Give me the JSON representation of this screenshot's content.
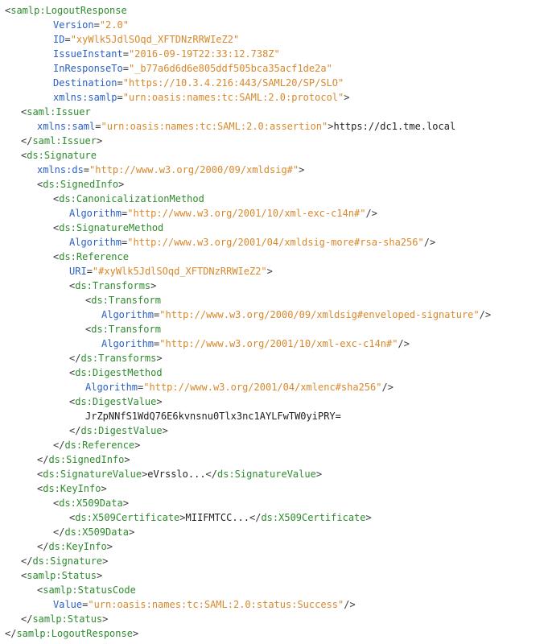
{
  "colors": {
    "background": "#ffffff",
    "punct": "#3b3b3b",
    "tag": "#2e8b2e",
    "attr": "#2a5fc4",
    "str": "#d8882b",
    "text": "#1f1f1f"
  },
  "code": {
    "lines": [
      {
        "indent": 0,
        "tokens": [
          {
            "t": "punct",
            "v": "<"
          },
          {
            "t": "tag",
            "v": "samlp:LogoutResponse"
          }
        ]
      },
      {
        "indent": 3,
        "tokens": [
          {
            "t": "attr",
            "v": "Version"
          },
          {
            "t": "punct",
            "v": "="
          },
          {
            "t": "str",
            "v": "\"2.0\""
          }
        ]
      },
      {
        "indent": 3,
        "tokens": [
          {
            "t": "attr",
            "v": "ID"
          },
          {
            "t": "punct",
            "v": "="
          },
          {
            "t": "str",
            "v": "\"xyWlk5JdlSOqd_XFTDNzRRWIeZ2\""
          }
        ]
      },
      {
        "indent": 3,
        "tokens": [
          {
            "t": "attr",
            "v": "IssueInstant"
          },
          {
            "t": "punct",
            "v": "="
          },
          {
            "t": "str",
            "v": "\"2016-09-19T22:33:12.738Z\""
          }
        ]
      },
      {
        "indent": 3,
        "tokens": [
          {
            "t": "attr",
            "v": "InResponseTo"
          },
          {
            "t": "punct",
            "v": "="
          },
          {
            "t": "str",
            "v": "\"_b77a6d6d6e805ddf505bca35acf1de2a\""
          }
        ]
      },
      {
        "indent": 3,
        "tokens": [
          {
            "t": "attr",
            "v": "Destination"
          },
          {
            "t": "punct",
            "v": "="
          },
          {
            "t": "str",
            "v": "\"https://10.3.4.216:443/SAML20/SP/SLO\""
          }
        ]
      },
      {
        "indent": 3,
        "tokens": [
          {
            "t": "attr",
            "v": "xmlns:samlp"
          },
          {
            "t": "punct",
            "v": "="
          },
          {
            "t": "str",
            "v": "\"urn:oasis:names:tc:SAML:2.0:protocol\""
          },
          {
            "t": "punct",
            "v": ">"
          }
        ]
      },
      {
        "indent": 1,
        "tokens": [
          {
            "t": "punct",
            "v": "<"
          },
          {
            "t": "tag",
            "v": "saml:Issuer"
          }
        ]
      },
      {
        "indent": 2,
        "tokens": [
          {
            "t": "attr",
            "v": "xmlns:saml"
          },
          {
            "t": "punct",
            "v": "="
          },
          {
            "t": "str",
            "v": "\"urn:oasis:names:tc:SAML:2.0:assertion\""
          },
          {
            "t": "punct",
            "v": ">"
          },
          {
            "t": "text",
            "v": "https://dc1.tme.local"
          }
        ]
      },
      {
        "indent": 1,
        "tokens": [
          {
            "t": "punct",
            "v": "</"
          },
          {
            "t": "tag",
            "v": "saml:Issuer"
          },
          {
            "t": "punct",
            "v": ">"
          }
        ]
      },
      {
        "indent": 1,
        "tokens": [
          {
            "t": "punct",
            "v": "<"
          },
          {
            "t": "tag",
            "v": "ds:Signature"
          }
        ]
      },
      {
        "indent": 2,
        "tokens": [
          {
            "t": "attr",
            "v": "xmlns:ds"
          },
          {
            "t": "punct",
            "v": "="
          },
          {
            "t": "str",
            "v": "\"http://www.w3.org/2000/09/xmldsig#\""
          },
          {
            "t": "punct",
            "v": ">"
          }
        ]
      },
      {
        "indent": 2,
        "tokens": [
          {
            "t": "punct",
            "v": "<"
          },
          {
            "t": "tag",
            "v": "ds:SignedInfo"
          },
          {
            "t": "punct",
            "v": ">"
          }
        ]
      },
      {
        "indent": 3,
        "tokens": [
          {
            "t": "punct",
            "v": "<"
          },
          {
            "t": "tag",
            "v": "ds:CanonicalizationMethod"
          }
        ]
      },
      {
        "indent": 4,
        "tokens": [
          {
            "t": "attr",
            "v": "Algorithm"
          },
          {
            "t": "punct",
            "v": "="
          },
          {
            "t": "str",
            "v": "\"http://www.w3.org/2001/10/xml-exc-c14n#\""
          },
          {
            "t": "punct",
            "v": "/>"
          }
        ]
      },
      {
        "indent": 3,
        "tokens": [
          {
            "t": "punct",
            "v": "<"
          },
          {
            "t": "tag",
            "v": "ds:SignatureMethod"
          }
        ]
      },
      {
        "indent": 4,
        "tokens": [
          {
            "t": "attr",
            "v": "Algorithm"
          },
          {
            "t": "punct",
            "v": "="
          },
          {
            "t": "str",
            "v": "\"http://www.w3.org/2001/04/xmldsig-more#rsa-sha256\""
          },
          {
            "t": "punct",
            "v": "/>"
          }
        ]
      },
      {
        "indent": 3,
        "tokens": [
          {
            "t": "punct",
            "v": "<"
          },
          {
            "t": "tag",
            "v": "ds:Reference"
          }
        ]
      },
      {
        "indent": 4,
        "tokens": [
          {
            "t": "attr",
            "v": "URI"
          },
          {
            "t": "punct",
            "v": "="
          },
          {
            "t": "str",
            "v": "\"#xyWlk5JdlSOqd_XFTDNzRRWIeZ2\""
          },
          {
            "t": "punct",
            "v": ">"
          }
        ]
      },
      {
        "indent": 4,
        "tokens": [
          {
            "t": "punct",
            "v": "<"
          },
          {
            "t": "tag",
            "v": "ds:Transforms"
          },
          {
            "t": "punct",
            "v": ">"
          }
        ]
      },
      {
        "indent": 5,
        "tokens": [
          {
            "t": "punct",
            "v": "<"
          },
          {
            "t": "tag",
            "v": "ds:Transform"
          }
        ]
      },
      {
        "indent": 6,
        "tokens": [
          {
            "t": "attr",
            "v": "Algorithm"
          },
          {
            "t": "punct",
            "v": "="
          },
          {
            "t": "str",
            "v": "\"http://www.w3.org/2000/09/xmldsig#enveloped-signature\""
          },
          {
            "t": "punct",
            "v": "/>"
          }
        ]
      },
      {
        "indent": 5,
        "tokens": [
          {
            "t": "punct",
            "v": "<"
          },
          {
            "t": "tag",
            "v": "ds:Transform"
          }
        ]
      },
      {
        "indent": 6,
        "tokens": [
          {
            "t": "attr",
            "v": "Algorithm"
          },
          {
            "t": "punct",
            "v": "="
          },
          {
            "t": "str",
            "v": "\"http://www.w3.org/2001/10/xml-exc-c14n#\""
          },
          {
            "t": "punct",
            "v": "/>"
          }
        ]
      },
      {
        "indent": 4,
        "tokens": [
          {
            "t": "punct",
            "v": "</"
          },
          {
            "t": "tag",
            "v": "ds:Transforms"
          },
          {
            "t": "punct",
            "v": ">"
          }
        ]
      },
      {
        "indent": 4,
        "tokens": [
          {
            "t": "punct",
            "v": "<"
          },
          {
            "t": "tag",
            "v": "ds:DigestMethod"
          }
        ]
      },
      {
        "indent": 5,
        "tokens": [
          {
            "t": "attr",
            "v": "Algorithm"
          },
          {
            "t": "punct",
            "v": "="
          },
          {
            "t": "str",
            "v": "\"http://www.w3.org/2001/04/xmlenc#sha256\""
          },
          {
            "t": "punct",
            "v": "/>"
          }
        ]
      },
      {
        "indent": 4,
        "tokens": [
          {
            "t": "punct",
            "v": "<"
          },
          {
            "t": "tag",
            "v": "ds:DigestValue"
          },
          {
            "t": "punct",
            "v": ">"
          }
        ]
      },
      {
        "indent": 5,
        "tokens": [
          {
            "t": "text",
            "v": "JrZpNNfS1WdQ76E6kvnsnu0Tlx3nc1AYLFwTW0yiPRY="
          }
        ]
      },
      {
        "indent": 4,
        "tokens": [
          {
            "t": "punct",
            "v": "</"
          },
          {
            "t": "tag",
            "v": "ds:DigestValue"
          },
          {
            "t": "punct",
            "v": ">"
          }
        ]
      },
      {
        "indent": 3,
        "tokens": [
          {
            "t": "punct",
            "v": "</"
          },
          {
            "t": "tag",
            "v": "ds:Reference"
          },
          {
            "t": "punct",
            "v": ">"
          }
        ]
      },
      {
        "indent": 2,
        "tokens": [
          {
            "t": "punct",
            "v": "</"
          },
          {
            "t": "tag",
            "v": "ds:SignedInfo"
          },
          {
            "t": "punct",
            "v": ">"
          }
        ]
      },
      {
        "indent": 2,
        "tokens": [
          {
            "t": "punct",
            "v": "<"
          },
          {
            "t": "tag",
            "v": "ds:SignatureValue"
          },
          {
            "t": "punct",
            "v": ">"
          },
          {
            "t": "text",
            "v": "eVrsslo..."
          },
          {
            "t": "punct",
            "v": "</"
          },
          {
            "t": "tag",
            "v": "ds:SignatureValue"
          },
          {
            "t": "punct",
            "v": ">"
          }
        ]
      },
      {
        "indent": 2,
        "tokens": [
          {
            "t": "punct",
            "v": "<"
          },
          {
            "t": "tag",
            "v": "ds:KeyInfo"
          },
          {
            "t": "punct",
            "v": ">"
          }
        ]
      },
      {
        "indent": 3,
        "tokens": [
          {
            "t": "punct",
            "v": "<"
          },
          {
            "t": "tag",
            "v": "ds:X509Data"
          },
          {
            "t": "punct",
            "v": ">"
          }
        ]
      },
      {
        "indent": 4,
        "tokens": [
          {
            "t": "punct",
            "v": "<"
          },
          {
            "t": "tag",
            "v": "ds:X509Certificate"
          },
          {
            "t": "punct",
            "v": ">"
          },
          {
            "t": "text",
            "v": "MIIFMTCC..."
          },
          {
            "t": "punct",
            "v": "</"
          },
          {
            "t": "tag",
            "v": "ds:X509Certificate"
          },
          {
            "t": "punct",
            "v": ">"
          }
        ]
      },
      {
        "indent": 3,
        "tokens": [
          {
            "t": "punct",
            "v": "</"
          },
          {
            "t": "tag",
            "v": "ds:X509Data"
          },
          {
            "t": "punct",
            "v": ">"
          }
        ]
      },
      {
        "indent": 2,
        "tokens": [
          {
            "t": "punct",
            "v": "</"
          },
          {
            "t": "tag",
            "v": "ds:KeyInfo"
          },
          {
            "t": "punct",
            "v": ">"
          }
        ]
      },
      {
        "indent": 1,
        "tokens": [
          {
            "t": "punct",
            "v": "</"
          },
          {
            "t": "tag",
            "v": "ds:Signature"
          },
          {
            "t": "punct",
            "v": ">"
          }
        ]
      },
      {
        "indent": 1,
        "tokens": [
          {
            "t": "punct",
            "v": "<"
          },
          {
            "t": "tag",
            "v": "samlp:Status"
          },
          {
            "t": "punct",
            "v": ">"
          }
        ]
      },
      {
        "indent": 2,
        "tokens": [
          {
            "t": "punct",
            "v": "<"
          },
          {
            "t": "tag",
            "v": "samlp:StatusCode"
          }
        ]
      },
      {
        "indent": 3,
        "tokens": [
          {
            "t": "attr",
            "v": "Value"
          },
          {
            "t": "punct",
            "v": "="
          },
          {
            "t": "str",
            "v": "\"urn:oasis:names:tc:SAML:2.0:status:Success\""
          },
          {
            "t": "punct",
            "v": "/>"
          }
        ]
      },
      {
        "indent": 1,
        "tokens": [
          {
            "t": "punct",
            "v": "</"
          },
          {
            "t": "tag",
            "v": "samlp:Status"
          },
          {
            "t": "punct",
            "v": ">"
          }
        ]
      },
      {
        "indent": 0,
        "tokens": [
          {
            "t": "punct",
            "v": "</"
          },
          {
            "t": "tag",
            "v": "samlp:LogoutResponse"
          },
          {
            "t": "punct",
            "v": ">"
          }
        ]
      }
    ]
  }
}
